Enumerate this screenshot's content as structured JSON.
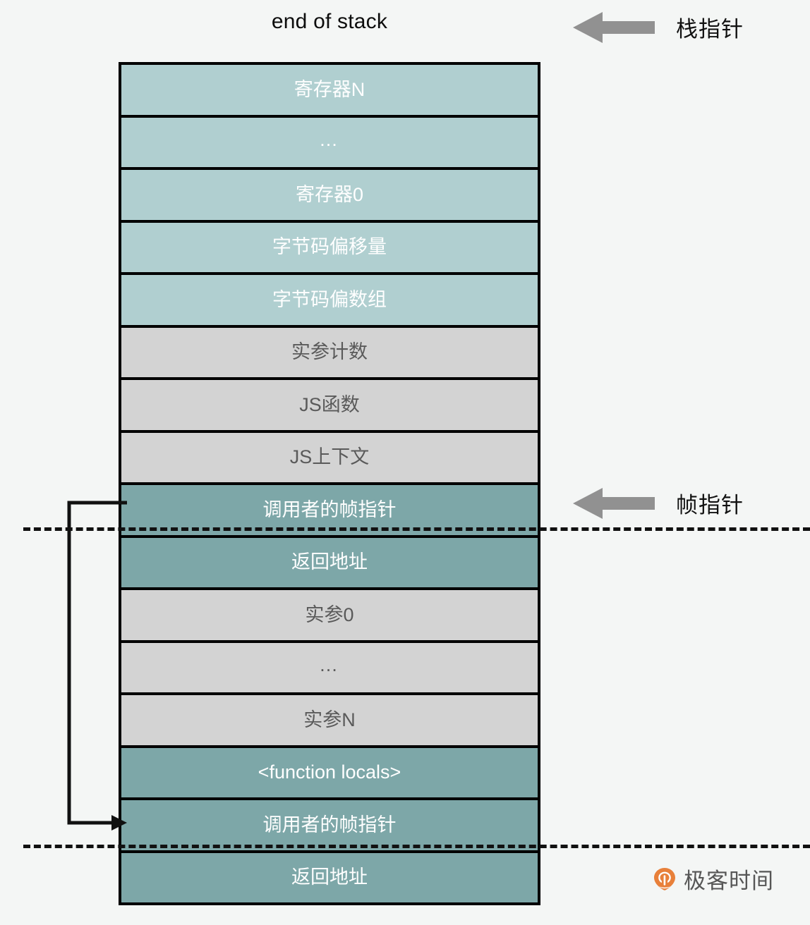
{
  "diagram": {
    "header_label": "end of stack",
    "colors": {
      "background": "#f4f6f5",
      "light_teal": "#b0cfd0",
      "dark_teal": "#7da7a8",
      "gray": "#d3d3d3",
      "border": "#000000",
      "arrow_gray": "#919191",
      "watermark_orange": "#e8803a"
    },
    "rows": [
      {
        "label": "寄存器N",
        "tone": "light-teal",
        "kind": "text"
      },
      {
        "label": "…",
        "tone": "light-teal",
        "kind": "ellipsis"
      },
      {
        "label": "寄存器0",
        "tone": "light-teal",
        "kind": "text"
      },
      {
        "label": "字节码偏移量",
        "tone": "light-teal",
        "kind": "text"
      },
      {
        "label": "字节码偏数组",
        "tone": "light-teal",
        "kind": "text"
      },
      {
        "label": "实参计数",
        "tone": "gray",
        "kind": "text"
      },
      {
        "label": "JS函数",
        "tone": "gray",
        "kind": "text"
      },
      {
        "label": "JS上下文",
        "tone": "gray",
        "kind": "text"
      },
      {
        "label": "调用者的帧指针",
        "tone": "dark-teal",
        "kind": "text"
      },
      {
        "label": "返回地址",
        "tone": "dark-teal",
        "kind": "text"
      },
      {
        "label": "实参0",
        "tone": "gray",
        "kind": "text"
      },
      {
        "label": "…",
        "tone": "gray",
        "kind": "ellipsis"
      },
      {
        "label": "实参N",
        "tone": "gray",
        "kind": "text"
      },
      {
        "label": "<function locals>",
        "tone": "dark-teal",
        "kind": "text"
      },
      {
        "label": "调用者的帧指针",
        "tone": "dark-teal",
        "kind": "text"
      },
      {
        "label": "返回地址",
        "tone": "dark-teal",
        "kind": "text"
      }
    ],
    "pointers": {
      "stack_pointer_label": "栈指针",
      "frame_pointer_label": "帧指针"
    },
    "watermark": {
      "text": "极客时间"
    }
  }
}
